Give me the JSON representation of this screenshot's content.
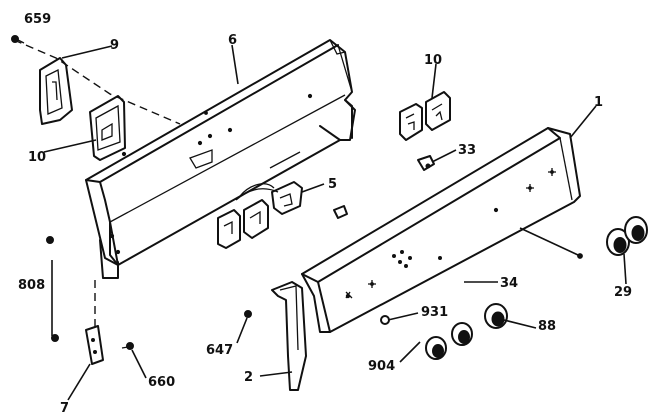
{
  "callouts": {
    "c659": "659",
    "c9": "9",
    "c6": "6",
    "c10_top": "10",
    "c1": "1",
    "c10_left": "10",
    "c33": "33",
    "c5": "5",
    "c34": "34",
    "c29": "29",
    "c808": "808",
    "c931": "931",
    "c88": "88",
    "c647": "647",
    "c904": "904",
    "c2": "2",
    "c7": "7",
    "c660": "660"
  }
}
